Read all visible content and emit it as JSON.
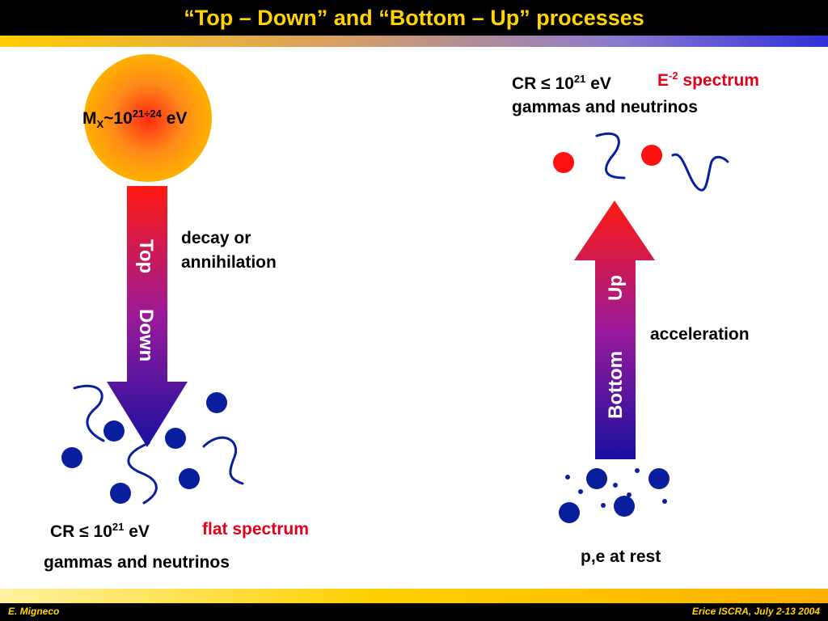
{
  "slide": {
    "title": "“Top – Down” and “Bottom – Up” processes",
    "footer_left": "E. Migneco",
    "footer_right": "Erice ISCRA, July 2-13  2004"
  },
  "left": {
    "source_label": {
      "base": "M",
      "sub": "X",
      "mid": "~10",
      "sup": "21÷24",
      "end": " eV"
    },
    "arrow_top": "Top",
    "arrow_bottom": "Down",
    "process_line1": "decay or",
    "process_line2": "annihilation",
    "cr_prefix": "CR ≤ 10",
    "cr_sup": "21",
    "cr_suffix": " eV",
    "spectrum": "flat spectrum",
    "products": "gammas and neutrinos"
  },
  "right": {
    "cr_prefix": "CR ≤ 10",
    "cr_sup": "21",
    "cr_suffix": " eV",
    "spectrum_e": "E",
    "spectrum_sup": "-2",
    "spectrum_rest": " spectrum",
    "products": "gammas and neutrinos",
    "arrow_top": "Up",
    "arrow_bottom": "Bottom",
    "process": "acceleration",
    "rest_label": "p,e at rest"
  },
  "colors": {
    "title": "#ffd400",
    "particle_blue": "#0a1f9e",
    "particle_red": "#ff1010",
    "spectrum_red": "#e0001a"
  }
}
